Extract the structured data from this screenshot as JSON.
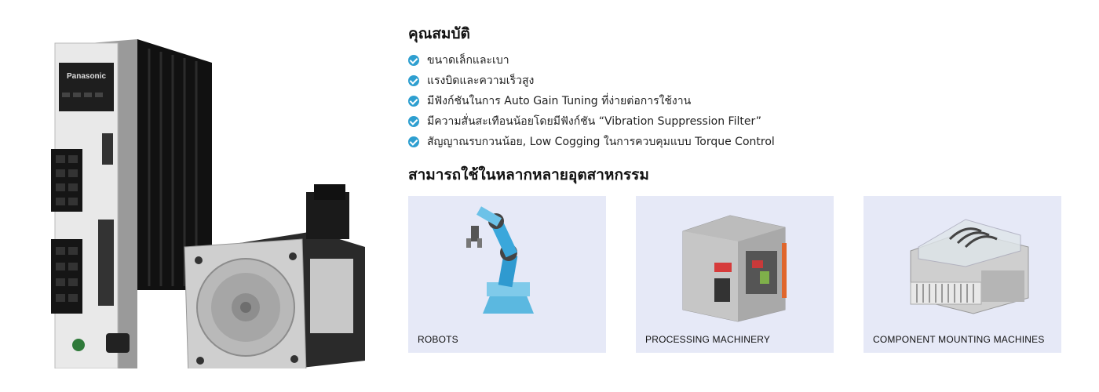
{
  "brand": {
    "logo_text": "Panasonic"
  },
  "features": {
    "title": "คุณสมบัติ",
    "items": [
      "ขนาดเล็กและเบา",
      "แรงบิดและความเร็วสูง",
      "มีฟังก์ชันในการ Auto Gain Tuning ที่ง่ายต่อการใช้งาน",
      "มีความสั่นสะเทือนน้อยโดยมีฟังก์ชัน “Vibration Suppression Filter”",
      "สัญญาณรบกวนน้อย, Low Cogging ในการควบคุมแบบ Torque Control"
    ],
    "icon": "check-circle-icon",
    "icon_color": "#2e9fd0"
  },
  "industries": {
    "title": "สามารถใช้ในหลากหลายอุตสาหกรรม",
    "card_bg": "#e6e9f7",
    "cards": [
      {
        "label": "ROBOTS",
        "icon": "robot-arm-icon"
      },
      {
        "label": "PROCESSING MACHINERY",
        "icon": "processing-machine-icon"
      },
      {
        "label": "COMPONENT MOUNTING MACHINES",
        "icon": "mounting-machine-icon"
      }
    ]
  }
}
